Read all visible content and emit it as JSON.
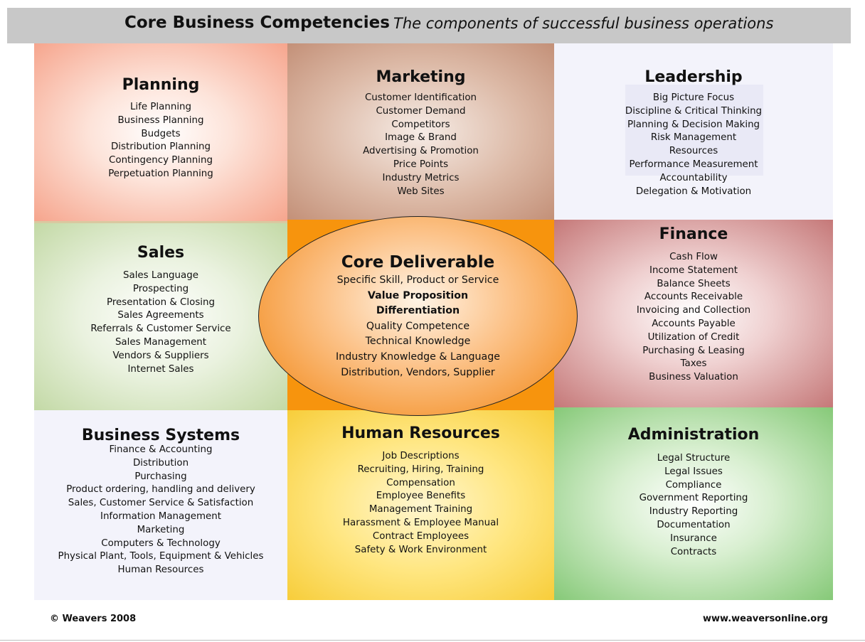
{
  "header": {
    "title": "Core Business Competencies",
    "subtitle": "The components of successful business operations"
  },
  "planning": {
    "title": "Planning",
    "items": [
      "Life Planning",
      "Business Planning",
      "Budgets",
      "Distribution Planning",
      "Contingency Planning",
      "Perpetuation Planning"
    ]
  },
  "marketing": {
    "title": "Marketing",
    "items": [
      "Customer Identification",
      "Customer Demand",
      "Competitors",
      "Image & Brand",
      "Advertising & Promotion",
      "Price Points",
      "Industry Metrics",
      "Web Sites"
    ]
  },
  "leadership": {
    "title": "Leadership",
    "items": [
      "Big Picture Focus",
      "Discipline & Critical Thinking",
      "Planning & Decision Making",
      "Risk Management",
      "Resources",
      "Performance Measurement",
      "Accountability",
      "Delegation & Motivation"
    ]
  },
  "sales": {
    "title": "Sales",
    "items": [
      "Sales Language",
      "Prospecting",
      "Presentation  & Closing",
      "Sales Agreements",
      "Referrals & Customer Service",
      "Sales Management",
      "Vendors & Suppliers",
      "Internet Sales"
    ]
  },
  "core": {
    "title": "Core Deliverable",
    "items": [
      "Specific Skill, Product or Service",
      "Value Proposition",
      "Differentiation",
      "Quality Competence",
      "Technical Knowledge",
      "Industry Knowledge & Language",
      "Distribution, Vendors, Supplier"
    ]
  },
  "finance": {
    "title": "Finance",
    "items": [
      "Cash Flow",
      "Income Statement",
      "Balance Sheets",
      "Accounts Receivable",
      "Invoicing and Collection",
      "Accounts Payable",
      "Utilization of Credit",
      "Purchasing & Leasing",
      "Taxes",
      "Business Valuation"
    ]
  },
  "business_systems": {
    "title": "Business Systems",
    "items": [
      "Finance & Accounting",
      "Distribution",
      "Purchasing",
      "Product ordering, handling and delivery",
      "Sales, Customer Service & Satisfaction",
      "Information Management",
      "Marketing",
      "Computers & Technology",
      "Physical Plant, Tools, Equipment & Vehicles",
      "Human Resources"
    ]
  },
  "human_resources": {
    "title": "Human Resources",
    "items": [
      "Job Descriptions",
      "Recruiting, Hiring, Training",
      "Compensation",
      "Employee Benefits",
      "Management Training",
      "Harassment & Employee Manual",
      "Contract Employees",
      "Safety & Work Environment"
    ]
  },
  "administration": {
    "title": "Administration",
    "items": [
      "Legal Structure",
      "Legal Issues",
      "Compliance",
      "Government Reporting",
      "Industry Reporting",
      "Documentation",
      "Insurance",
      "Contracts"
    ]
  },
  "footer": {
    "copyright": "© Weavers 2008",
    "website": "www.weaversonline.org"
  }
}
